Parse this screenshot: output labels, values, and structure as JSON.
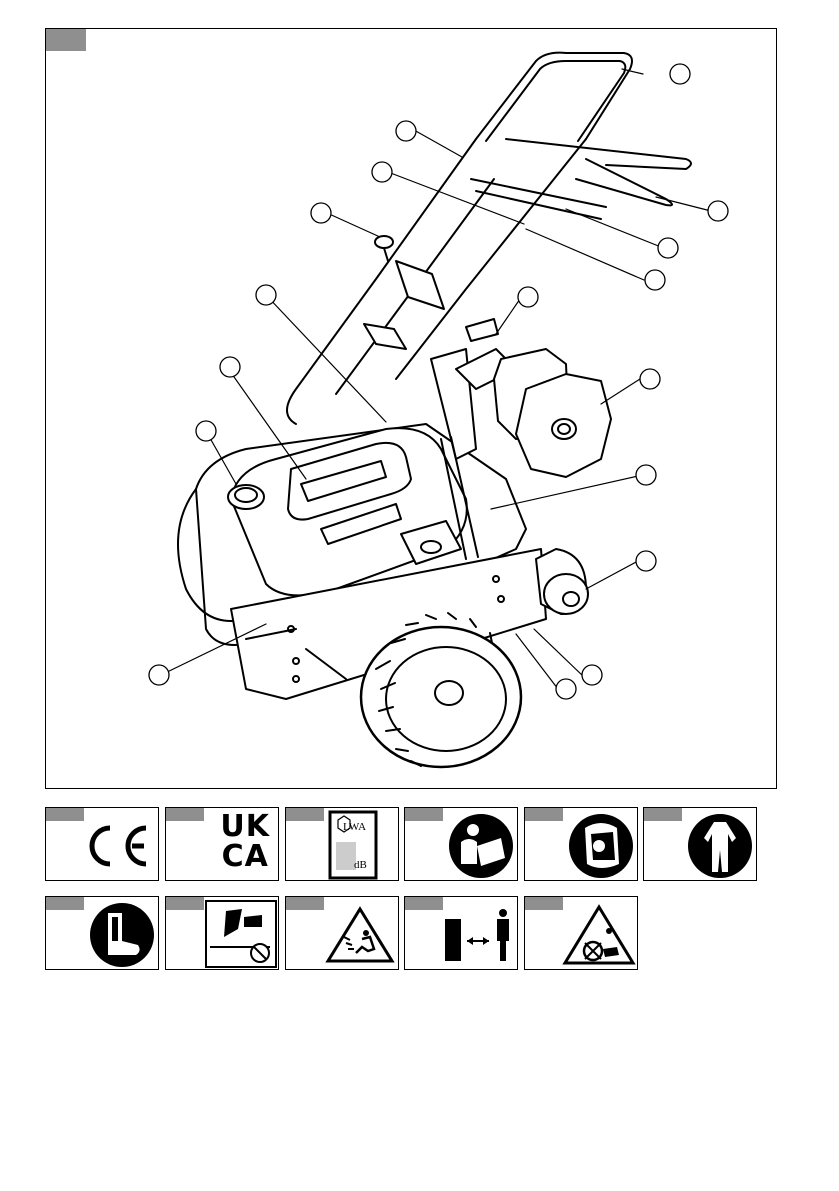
{
  "figure": {
    "callouts": [
      "",
      "",
      "",
      "",
      "",
      "",
      "",
      "",
      "",
      "",
      "",
      "",
      "",
      "",
      "",
      ""
    ]
  },
  "symbols_row1": [
    {
      "icon": "ce-mark-icon"
    },
    {
      "icon": "ukca-mark-icon",
      "text_line1": "UK",
      "text_line2": "CA"
    },
    {
      "icon": "sound-power-label-icon",
      "lwa": "LWA",
      "db": "dB"
    },
    {
      "icon": "read-manual-icon"
    },
    {
      "icon": "face-protection-icon"
    },
    {
      "icon": "protective-clothing-icon"
    }
  ],
  "symbols_row2": [
    {
      "icon": "safety-boots-icon"
    },
    {
      "icon": "rotating-tines-warning-icon"
    },
    {
      "icon": "thrown-objects-warning-icon"
    },
    {
      "icon": "keep-distance-icon"
    },
    {
      "icon": "tines-hazard-warning-icon"
    }
  ],
  "colors": {
    "tab": "#8f8f8f",
    "line": "#000000"
  }
}
